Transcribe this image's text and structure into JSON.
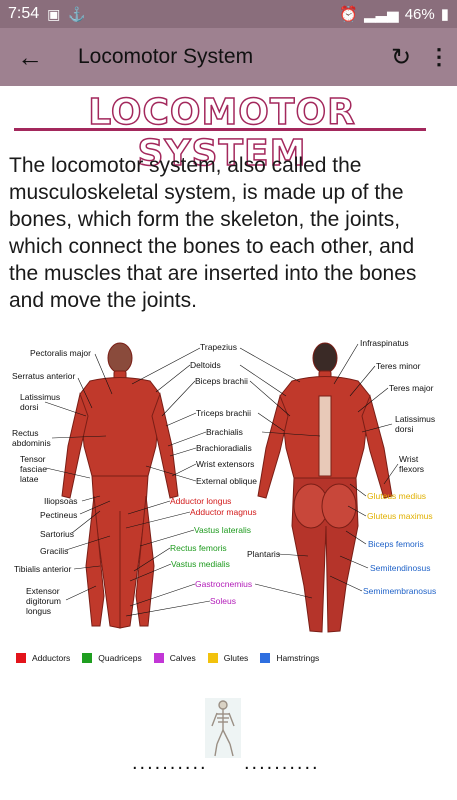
{
  "status": {
    "time": "7:54",
    "battery": "46%",
    "icons": [
      "calendar-icon",
      "usb-icon"
    ]
  },
  "appbar": {
    "title": "Locomotor System"
  },
  "heading": "LOCOMOTOR SYSTEM",
  "description": "The locomotor system, also called the musculoskeletal system, is made up of the bones, which form the skeleton, the joints, which connect the bones to each other, and the muscles that are inserted into the bones and move the joints.",
  "diagram": {
    "front_left_labels": [
      "Pectoralis major",
      "Serratus anterior",
      "Latissimus\ndorsi",
      "Rectus\nabdominis",
      "Tensor\nfasciae\nlatae",
      "Iliopsoas",
      "Pectineus",
      "Sartorius",
      "Gracilis",
      "Tibialis anterior",
      "Extensor\ndigitorum\nlongus"
    ],
    "center_labels": [
      {
        "text": "Trapezius",
        "color": "black"
      },
      {
        "text": "Deltoids",
        "color": "black"
      },
      {
        "text": "Biceps brachii",
        "color": "black"
      },
      {
        "text": "Triceps brachii",
        "color": "black"
      },
      {
        "text": "Brachialis",
        "color": "black"
      },
      {
        "text": "Brachioradialis",
        "color": "black"
      },
      {
        "text": "Wrist extensors",
        "color": "black"
      },
      {
        "text": "External oblique",
        "color": "black"
      },
      {
        "text": "Adductor longus",
        "color": "red"
      },
      {
        "text": "Adductor magnus",
        "color": "red"
      },
      {
        "text": "Vastus lateralis",
        "color": "green"
      },
      {
        "text": "Rectus femoris",
        "color": "green"
      },
      {
        "text": "Vastus medialis",
        "color": "green"
      },
      {
        "text": "Plantaris",
        "color": "black"
      },
      {
        "text": "Gastrocnemius",
        "color": "purple"
      },
      {
        "text": "Soleus",
        "color": "purple"
      }
    ],
    "back_right_labels": [
      {
        "text": "Infraspinatus",
        "color": "black"
      },
      {
        "text": "Teres minor",
        "color": "black"
      },
      {
        "text": "Teres major",
        "color": "black"
      },
      {
        "text": "Latissimus\ndorsi",
        "color": "black"
      },
      {
        "text": "Wrist\nflexors",
        "color": "black"
      },
      {
        "text": "Gluteus medius",
        "color": "yellow"
      },
      {
        "text": "Gluteus maximus",
        "color": "yellow"
      },
      {
        "text": "Biceps femoris",
        "color": "blue"
      },
      {
        "text": "Semitendinosus",
        "color": "blue"
      },
      {
        "text": "Semimembranosus",
        "color": "blue"
      }
    ],
    "legend": [
      {
        "label": "Adductors",
        "color": "#e3141b"
      },
      {
        "label": "Quadriceps",
        "color": "#1f9e20"
      },
      {
        "label": "Calves",
        "color": "#c236d6"
      },
      {
        "label": "Glutes",
        "color": "#f2c20d"
      },
      {
        "label": "Hamstrings",
        "color": "#2f6fe0"
      }
    ]
  },
  "footer": {
    "dots_left": "..........",
    "dots_right": ".........."
  },
  "colors": {
    "statusbar": "#8a6e7c",
    "appbar": "#9e8190",
    "heading": "#a3285c",
    "muscle": "#c0392b"
  }
}
